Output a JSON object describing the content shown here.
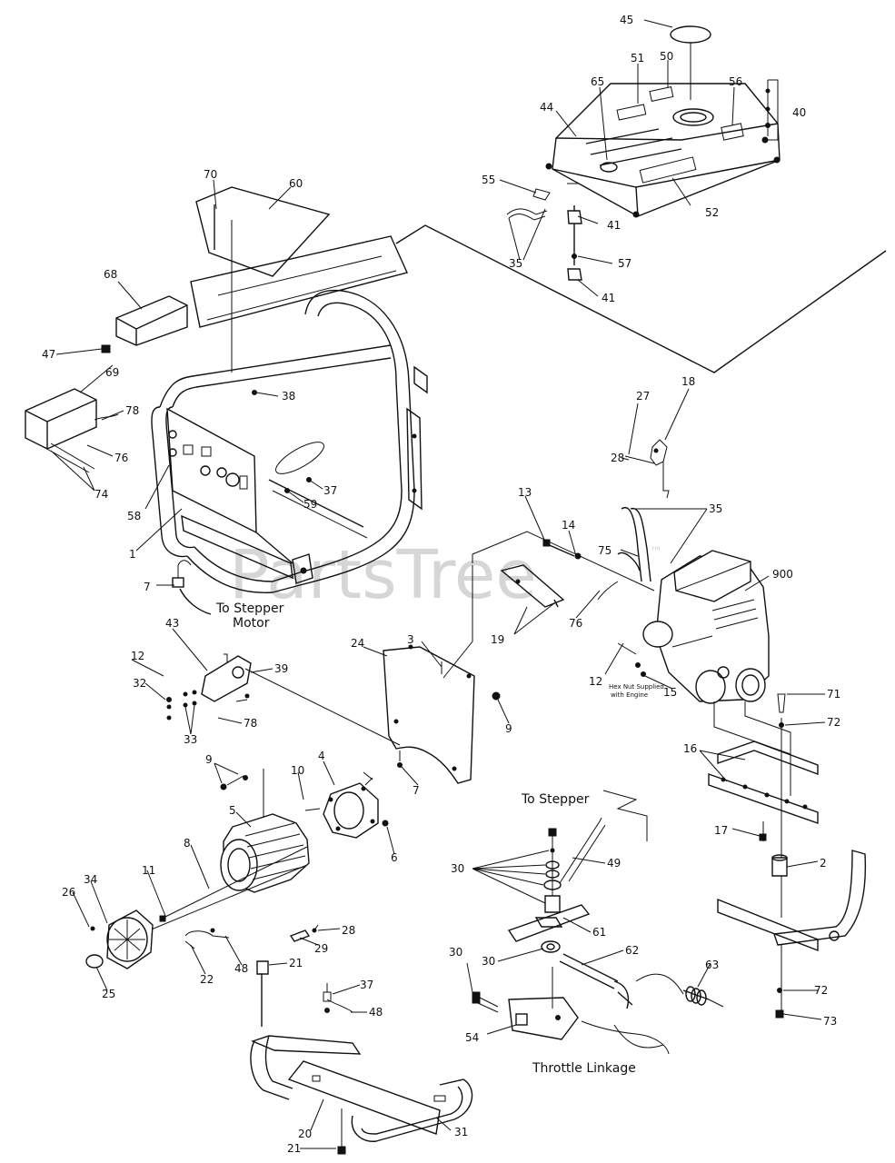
{
  "watermark": {
    "text": "PartsTree",
    "trademark": "™"
  },
  "captions": {
    "stepper_motor_line1": "To Stepper",
    "stepper_motor_line2": "Motor",
    "to_stepper": "To Stepper",
    "throttle_linkage": "Throttle Linkage",
    "hex_nut_line1": "Hex Nut Supplied",
    "hex_nut_line2": "with Engine"
  },
  "callouts": [
    "45",
    "51",
    "50",
    "65",
    "56",
    "40",
    "44",
    "55",
    "52",
    "41",
    "57",
    "41",
    "35",
    "70",
    "60",
    "68",
    "47",
    "38",
    "69",
    "78",
    "76",
    "74",
    "58",
    "1",
    "37",
    "59",
    "7",
    "18",
    "27",
    "28",
    "13",
    "14",
    "35",
    "75",
    "900",
    "19",
    "76",
    "12",
    "15",
    "43",
    "12",
    "32",
    "33",
    "78",
    "39",
    "24",
    "3",
    "9",
    "7",
    "9",
    "4",
    "10",
    "5",
    "8",
    "6",
    "11",
    "34",
    "26",
    "25",
    "22",
    "48",
    "29",
    "28",
    "21",
    "37",
    "48",
    "20",
    "21",
    "31",
    "71",
    "72",
    "16",
    "17",
    "2",
    "72",
    "73",
    "30",
    "49",
    "61",
    "30",
    "62",
    "63",
    "30",
    "54"
  ]
}
